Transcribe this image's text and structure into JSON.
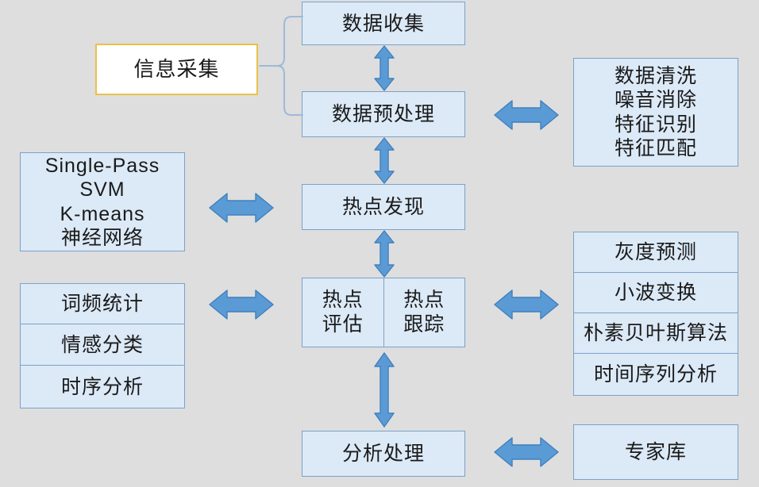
{
  "diagram": {
    "title_node": {
      "label": "信息采集"
    },
    "colors": {
      "background": "#dedede",
      "box_fill": "#dce9f7",
      "box_border": "#7ba2c8",
      "accent_border": "#e8c248",
      "accent_fill": "#ffffff",
      "arrow_fill": "#5b9bd5",
      "arrow_stroke": "#3f7fbf",
      "brace_stroke": "#9dbad6",
      "text": "#1a1a1a"
    },
    "center_column": [
      {
        "id": "data-collection",
        "label": "数据收集"
      },
      {
        "id": "data-preprocessing",
        "label": "数据预处理"
      },
      {
        "id": "hotspot-discovery",
        "label": "热点发现"
      },
      {
        "id": "analysis-processing",
        "label": "分析处理"
      }
    ],
    "split_node": {
      "left": {
        "lines": [
          "热点",
          "评估"
        ]
      },
      "right": {
        "lines": [
          "热点",
          "跟踪"
        ]
      }
    },
    "right_column": {
      "preprocess_detail": {
        "lines": [
          "数据清洗",
          "噪音消除",
          "特征识别",
          "特征匹配"
        ]
      },
      "prediction_stack": [
        {
          "label": "灰度预测"
        },
        {
          "label": "小波变换"
        },
        {
          "label": "朴素贝叶斯算法"
        },
        {
          "label": "时间序列分析"
        }
      ],
      "expert_db": {
        "label": "专家库"
      }
    },
    "left_column": {
      "algorithms": {
        "lines": [
          "Single-Pass",
          "SVM",
          "K-means",
          "神经网络"
        ]
      },
      "analysis_stack": [
        {
          "label": "词频统计"
        },
        {
          "label": "情感分类"
        },
        {
          "label": "时序分析"
        }
      ]
    },
    "connectors": {
      "vertical_double_arrows": 4,
      "horizontal_double_arrows": 5,
      "brace": "curly-brace-right"
    }
  }
}
